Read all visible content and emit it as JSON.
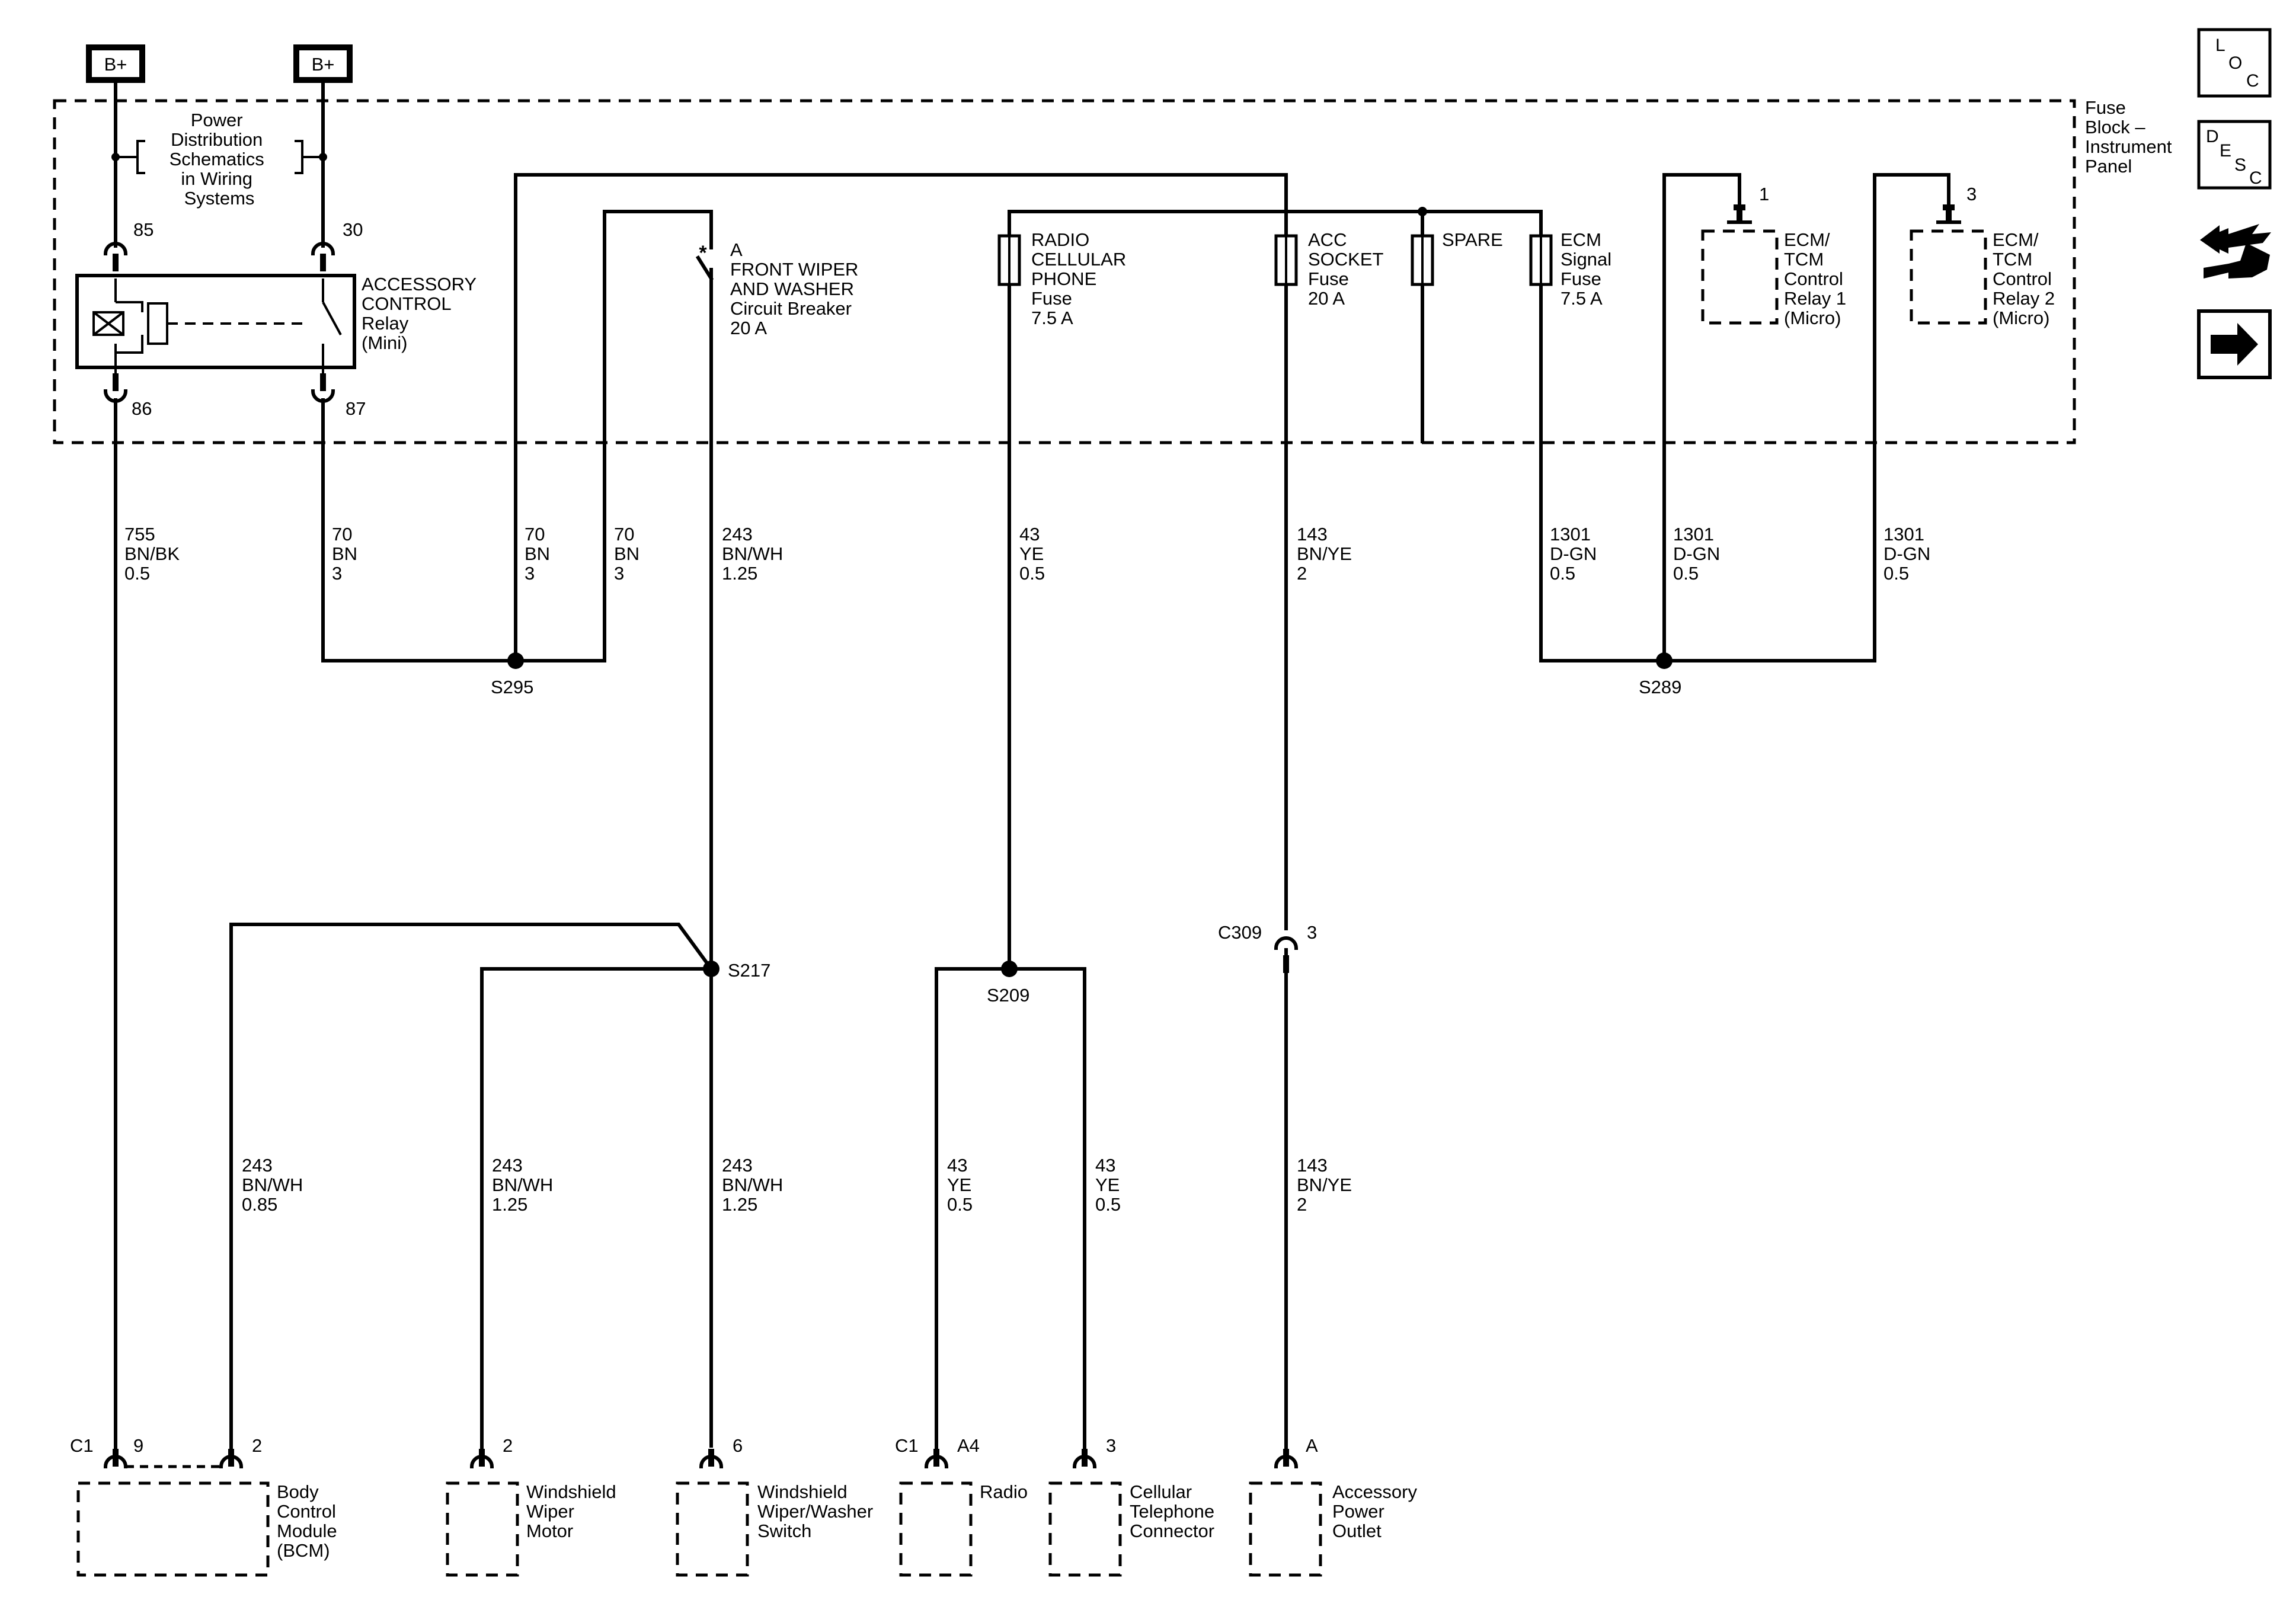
{
  "power": {
    "bplus_left": "B+",
    "bplus_right": "B+"
  },
  "power_note": [
    "Power",
    "Distribution",
    "Schematics",
    "in Wiring",
    "Systems"
  ],
  "fuse_block_label": [
    "Fuse",
    "Block –",
    "Instrument",
    "Panel"
  ],
  "relay": {
    "label": [
      "ACCESSORY",
      "CONTROL",
      "Relay",
      "(Mini)"
    ],
    "pin85": "85",
    "pin30": "30",
    "pin86": "86",
    "pin87": "87"
  },
  "breaker": {
    "pin": "A",
    "label": [
      "FRONT WIPER",
      "AND WASHER",
      "Circuit Breaker",
      "20 A"
    ]
  },
  "fuses": {
    "radio": [
      "RADIO",
      "CELLULAR",
      "PHONE",
      "Fuse",
      "7.5 A"
    ],
    "acc": [
      "ACC",
      "SOCKET",
      "Fuse",
      "20 A"
    ],
    "spare": [
      "SPARE"
    ],
    "ecm": [
      "ECM",
      "Signal",
      "Fuse",
      "7.5 A"
    ]
  },
  "relays_micro": {
    "r1_pin": "1",
    "r1_label": [
      "ECM/",
      "TCM",
      "Control",
      "Relay 1",
      "(Micro)"
    ],
    "r2_pin": "3",
    "r2_label": [
      "ECM/",
      "TCM",
      "Control",
      "Relay 2",
      "(Micro)"
    ]
  },
  "wires": {
    "w755": [
      "755",
      "BN/BK",
      "0.5"
    ],
    "w70a": [
      "70",
      "BN",
      "3"
    ],
    "w70b": [
      "70",
      "BN",
      "3"
    ],
    "w70c": [
      "70",
      "BN",
      "3"
    ],
    "w243top": [
      "243",
      "BN/WH",
      "1.25"
    ],
    "w43top": [
      "43",
      "YE",
      "0.5"
    ],
    "w143top": [
      "143",
      "BN/YE",
      "2"
    ],
    "w1301a": [
      "1301",
      "D-GN",
      "0.5"
    ],
    "w1301b": [
      "1301",
      "D-GN",
      "0.5"
    ],
    "w1301c": [
      "1301",
      "D-GN",
      "0.5"
    ],
    "w243bcm": [
      "243",
      "BN/WH",
      "0.85"
    ],
    "w243motor": [
      "243",
      "BN/WH",
      "1.25"
    ],
    "w243switch": [
      "243",
      "BN/WH",
      "1.25"
    ],
    "w43radio": [
      "43",
      "YE",
      "0.5"
    ],
    "w43cell": [
      "43",
      "YE",
      "0.5"
    ],
    "w143bot": [
      "143",
      "BN/YE",
      "2"
    ]
  },
  "splices": {
    "s295": "S295",
    "s289": "S289",
    "s217": "S217",
    "s209": "S209"
  },
  "inline_connector": {
    "name": "C309",
    "pin": "3"
  },
  "components": {
    "bcm": {
      "connector": "C1",
      "pin_a": "9",
      "pin_b": "2",
      "label": [
        "Body",
        "Control",
        "Module",
        "(BCM)"
      ]
    },
    "motor": {
      "pin": "2",
      "label": [
        "Windshield",
        "Wiper",
        "Motor"
      ]
    },
    "switch": {
      "pin": "6",
      "label": [
        "Windshield",
        "Wiper/Washer",
        "Switch"
      ]
    },
    "radio": {
      "connector": "C1",
      "pin": "A4",
      "label": [
        "Radio"
      ]
    },
    "cell": {
      "pin": "3",
      "label": [
        "Cellular",
        "Telephone",
        "Connector"
      ]
    },
    "outlet": {
      "pin": "A",
      "label": [
        "Accessory",
        "Power",
        "Outlet"
      ]
    }
  },
  "nav": {
    "loc": {
      "l1": "L",
      "l2": "O",
      "l3": "C"
    },
    "desc": {
      "l1": "D",
      "l2": "E",
      "l3": "S",
      "l4": "C"
    },
    "icons": [
      "loc-icon",
      "desc-icon",
      "connector-end-view-icon",
      "next-page-arrow-icon"
    ]
  }
}
